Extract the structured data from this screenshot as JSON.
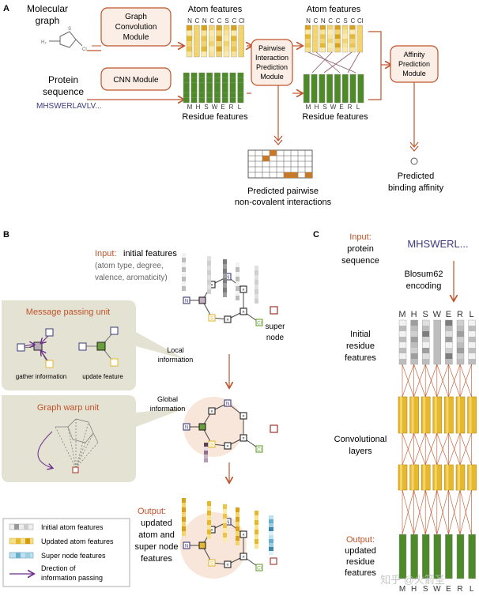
{
  "panels": {
    "a": "A",
    "b": "B",
    "c": "C"
  },
  "a": {
    "molecular_graph": [
      "Molecular",
      "graph"
    ],
    "protein_sequence": [
      "Protein",
      "sequence"
    ],
    "sequence_text": "MHSWERLAVLV...",
    "gcn_module": [
      "Graph",
      "Convolution",
      "Module"
    ],
    "cnn_module": "CNN Module",
    "atom_features_1": "Atom features",
    "atom_features_2": "Atom features",
    "atom_letters": [
      "N",
      "C",
      "N",
      "C",
      "C",
      "S",
      "C",
      "Cl"
    ],
    "residue_letters": [
      "M",
      "H",
      "S",
      "W",
      "E",
      "R",
      "L"
    ],
    "residue_features_1": "Residue features",
    "residue_features_2": "Residue features",
    "pairwise_module": [
      "Pairwise",
      "Interaction",
      "Prediction",
      "Module"
    ],
    "affinity_module": [
      "Affinity",
      "Prediction",
      "Module"
    ],
    "predicted_pairwise": [
      "Predicted pairwise",
      "non-covalent interactions"
    ],
    "predicted_affinity": [
      "Predicted",
      "binding affinity"
    ]
  },
  "b": {
    "input_label": "Input:",
    "input_text": "initial features",
    "input_detail": [
      "(atom type, degree,",
      "valence, aromaticity)"
    ],
    "super_node": [
      "super",
      "node"
    ],
    "message_unit": "Message passing unit",
    "gather": "gather information",
    "update": "update feature",
    "local_info": [
      "Local",
      "information"
    ],
    "global_info": [
      "Global",
      "information"
    ],
    "graph_warp": "Graph warp unit",
    "output_label": "Output:",
    "output_text": [
      "updated",
      "atom and",
      "super node",
      "features"
    ],
    "legend": [
      "Initial atom features",
      "Updated atom features",
      "Super node features",
      "Drection of",
      "information passing"
    ]
  },
  "c": {
    "input_label": "Input:",
    "input_text": [
      "protein",
      "sequence"
    ],
    "sequence": "MHSWERL...",
    "encoding": [
      "Blosum62",
      "encoding"
    ],
    "initial_residue": [
      "Initial",
      "residue",
      "features"
    ],
    "conv_layers": [
      "Convolutional",
      "layers"
    ],
    "output_label": "Output:",
    "output_text": [
      "updated",
      "residue",
      "features"
    ],
    "letters": [
      "M",
      "H",
      "S",
      "W",
      "E",
      "R",
      "L"
    ]
  },
  "watermark": "知乎 @火箭圣",
  "colors": {
    "orange": "#c0532a",
    "box_fill": "#fbeee6",
    "yellow": "#e6b82e",
    "green": "#6a9e3a",
    "olive_bg": "#e4e2d2",
    "purple": "#6a2d8c",
    "navy": "#3a3a7a"
  }
}
